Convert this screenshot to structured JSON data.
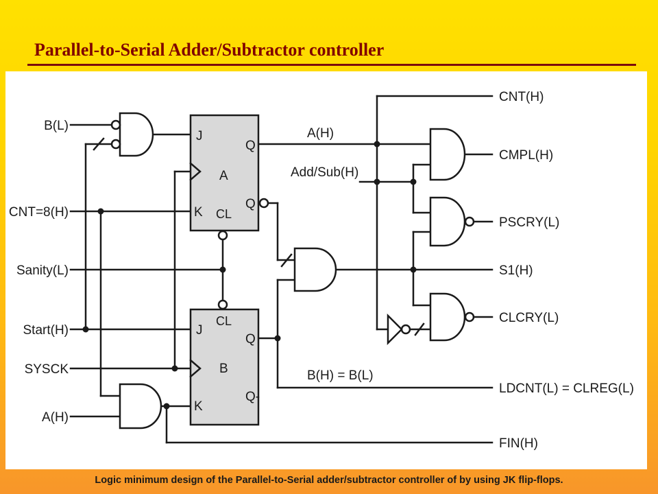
{
  "slide": {
    "title": "Parallel-to-Serial Adder/Subtractor controller",
    "caption": "Logic minimum design of the Parallel-to-Serial adder/subtractor controller of by using JK flip-flops."
  },
  "colors": {
    "title": "#800000",
    "background_top": "#ffe100",
    "background_bottom": "#f8962a",
    "flipflop_fill": "#d9d9d9",
    "wire": "#1a1a1a"
  },
  "diagram": {
    "inputs": {
      "b_l": "B(L)",
      "cnt8_h": "CNT=8(H)",
      "sanity_l": "Sanity(L)",
      "start_h": "Start(H)",
      "sysck": "SYSCK",
      "a_h": "A(H)"
    },
    "flipflop_a": {
      "name": "A",
      "j": "J",
      "k": "K",
      "q": "Q",
      "qbar": "Q",
      "cl": "CL"
    },
    "flipflop_b": {
      "name": "B",
      "j": "J",
      "k": "K",
      "q": "Q",
      "qbar": "Q-",
      "cl": "CL"
    },
    "net_labels": {
      "a_h": "A(H)",
      "add_sub": "Add/Sub(H)",
      "b_eq": "B(H) = B(L)"
    },
    "outputs": {
      "cnt_h": "CNT(H)",
      "cmpl_h": "CMPL(H)",
      "pscry_l": "PSCRY(L)",
      "s1_h": "S1(H)",
      "clcry_l": "CLCRY(L)",
      "ldcnt": "LDCNT(L) = CLREG(L)",
      "fin_h": "FIN(H)"
    }
  }
}
